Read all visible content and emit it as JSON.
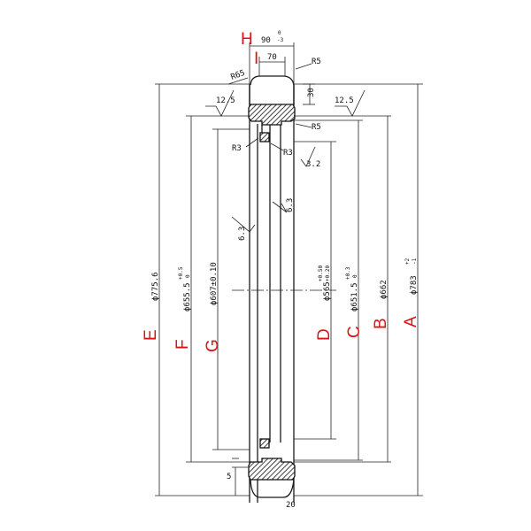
{
  "labels": {
    "A": "A",
    "B": "B",
    "C": "C",
    "D": "D",
    "E": "E",
    "F": "F",
    "G": "G",
    "H": "H",
    "I": "I"
  },
  "dims": {
    "d783": "ϕ783",
    "d783_tol_up": "+2",
    "d783_tol_low": "-1",
    "d775": "ϕ775.6",
    "d662": "ϕ662",
    "d655": "ϕ655.5",
    "d655_tol_up": "+0.5",
    "d655_tol_low": "0",
    "d651": "ϕ651.5",
    "d651_tol_up": "+0.3",
    "d651_tol_low": "0",
    "d607": "ϕ607±0.10",
    "d565": "ϕ565",
    "d565_tol_up": "+0.50",
    "d565_tol_low": "+0.20",
    "w90": "90",
    "w90_tol_up": "0",
    "w90_tol_low": "-3",
    "w70": "70",
    "h30": "30",
    "h20": "20",
    "h5": "5",
    "r5a": "R5",
    "r5b": "R5",
    "r65": "R65",
    "r3a": "R3",
    "r3b": "R3",
    "rough125a": "12.5",
    "rough125b": "12.5",
    "rough32": "3.2",
    "rough63a": "6.3",
    "rough63b": "6.3"
  }
}
